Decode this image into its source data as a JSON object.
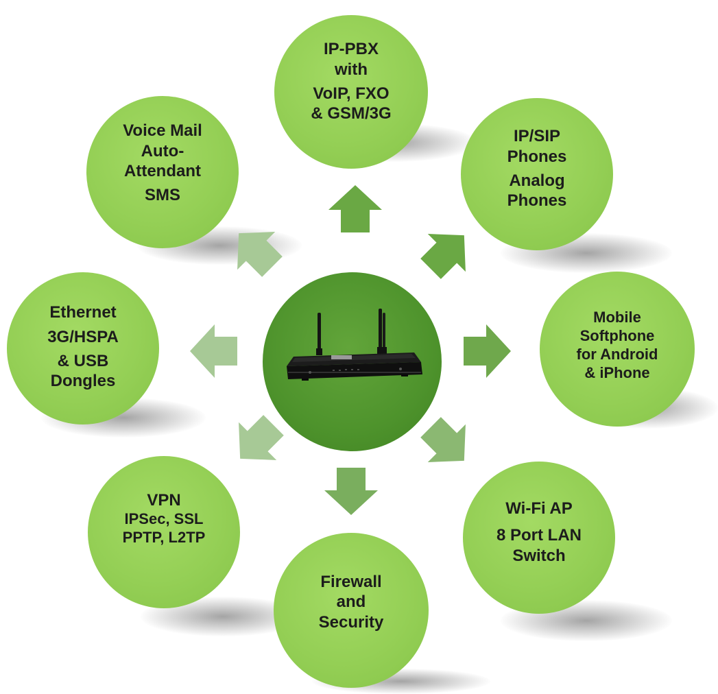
{
  "colors": {
    "node_fill": "#94cf55",
    "hub_fill": "#4e932c",
    "arrow_dark": "#6aa844",
    "arrow_light": "#a7c996",
    "text": "#1c1c1c"
  },
  "hub": {
    "icon": "router-icon"
  },
  "nodes": {
    "ippbx": {
      "lines": [
        "IP-PBX",
        "with",
        "VoIP, FXO",
        "& GSM/3G"
      ]
    },
    "phones": {
      "lines": [
        "IP/SIP",
        "Phones",
        "Analog",
        "Phones"
      ]
    },
    "mobile": {
      "lines": [
        "Mobile",
        "Softphone",
        "for Android",
        "& iPhone"
      ]
    },
    "wifi": {
      "lines": [
        "Wi-Fi AP",
        "8 Port LAN",
        "Switch"
      ]
    },
    "firewall": {
      "lines": [
        "Firewall",
        "and",
        "Security"
      ]
    },
    "vpn": {
      "lines": [
        "VPN",
        "IPSec, SSL",
        "PPTP, L2TP"
      ]
    },
    "ethernet": {
      "lines": [
        "Ethernet",
        "3G/HSPA",
        "& USB",
        "Dongles"
      ]
    },
    "voicemail": {
      "lines": [
        "Voice Mail",
        "Auto-",
        "Attendant",
        "SMS"
      ]
    }
  }
}
